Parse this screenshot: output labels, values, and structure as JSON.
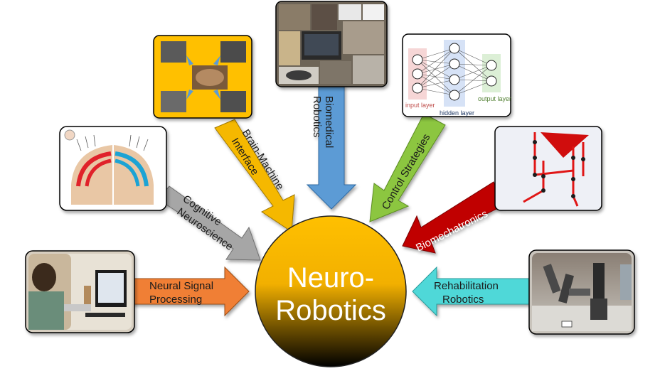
{
  "hub": {
    "line1": "Neuro-",
    "line2": "Robotics"
  },
  "fields": {
    "neural_signal": {
      "line1": "Neural Signal",
      "line2": "Processing",
      "color": "#F07F34"
    },
    "cognitive": {
      "line1": "Cognitive",
      "line2": "Neuroscience",
      "color": "#A6A6A6"
    },
    "bmi": {
      "line1": "Brain-Machine",
      "line2": "Interface",
      "color": "#F5B800"
    },
    "biomedical": {
      "line1": "Biomedical",
      "line2": "Robotics",
      "color": "#5B9BD5"
    },
    "control": {
      "line1": "Control Strategies",
      "color": "#8CC63F"
    },
    "biomechatronics": {
      "line1": "Biomechatronics",
      "color": "#C00000"
    },
    "rehabilitation": {
      "line1": "Rehabilitation",
      "line2": "Robotics",
      "color": "#4FD8D8"
    }
  },
  "nn_figure": {
    "input": "input layer",
    "hidden": "hidden layer",
    "output": "output layer"
  },
  "colors": {
    "hub_top": "#FFC000",
    "hub_bottom": "#000000",
    "frame": "#000000"
  }
}
